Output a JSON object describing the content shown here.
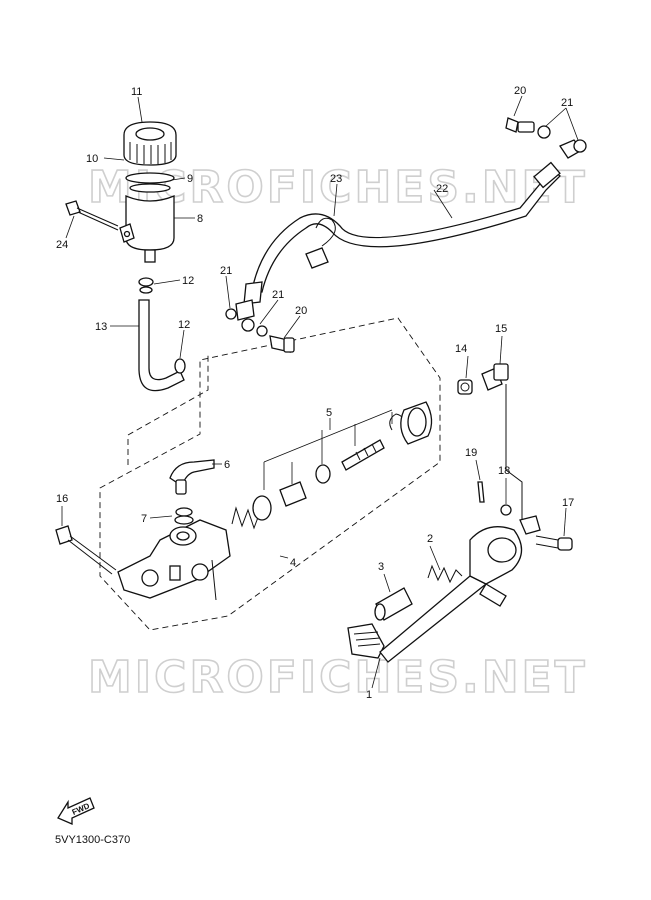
{
  "watermark": [
    "MICROFICHES.NET",
    "MICROFICHES.NET"
  ],
  "diagram_code": "5VY1300-C370",
  "fwd_label": "FWD",
  "callouts": [
    {
      "key": "c1",
      "text": "1"
    },
    {
      "key": "c2",
      "text": "2"
    },
    {
      "key": "c3",
      "text": "3"
    },
    {
      "key": "c4",
      "text": "4"
    },
    {
      "key": "c5",
      "text": "5"
    },
    {
      "key": "c6",
      "text": "6"
    },
    {
      "key": "c7",
      "text": "7"
    },
    {
      "key": "c8",
      "text": "8"
    },
    {
      "key": "c9",
      "text": "9"
    },
    {
      "key": "c10",
      "text": "10"
    },
    {
      "key": "c11",
      "text": "11"
    },
    {
      "key": "c12a",
      "text": "12"
    },
    {
      "key": "c12b",
      "text": "12"
    },
    {
      "key": "c13",
      "text": "13"
    },
    {
      "key": "c14",
      "text": "14"
    },
    {
      "key": "c15",
      "text": "15"
    },
    {
      "key": "c16",
      "text": "16"
    },
    {
      "key": "c17",
      "text": "17"
    },
    {
      "key": "c18",
      "text": "18"
    },
    {
      "key": "c19",
      "text": "19"
    },
    {
      "key": "c20a",
      "text": "20"
    },
    {
      "key": "c20b",
      "text": "20"
    },
    {
      "key": "c21a",
      "text": "21"
    },
    {
      "key": "c21b",
      "text": "21"
    },
    {
      "key": "c21c",
      "text": "21"
    },
    {
      "key": "c22",
      "text": "22"
    },
    {
      "key": "c23",
      "text": "23"
    },
    {
      "key": "c24",
      "text": "24"
    }
  ]
}
